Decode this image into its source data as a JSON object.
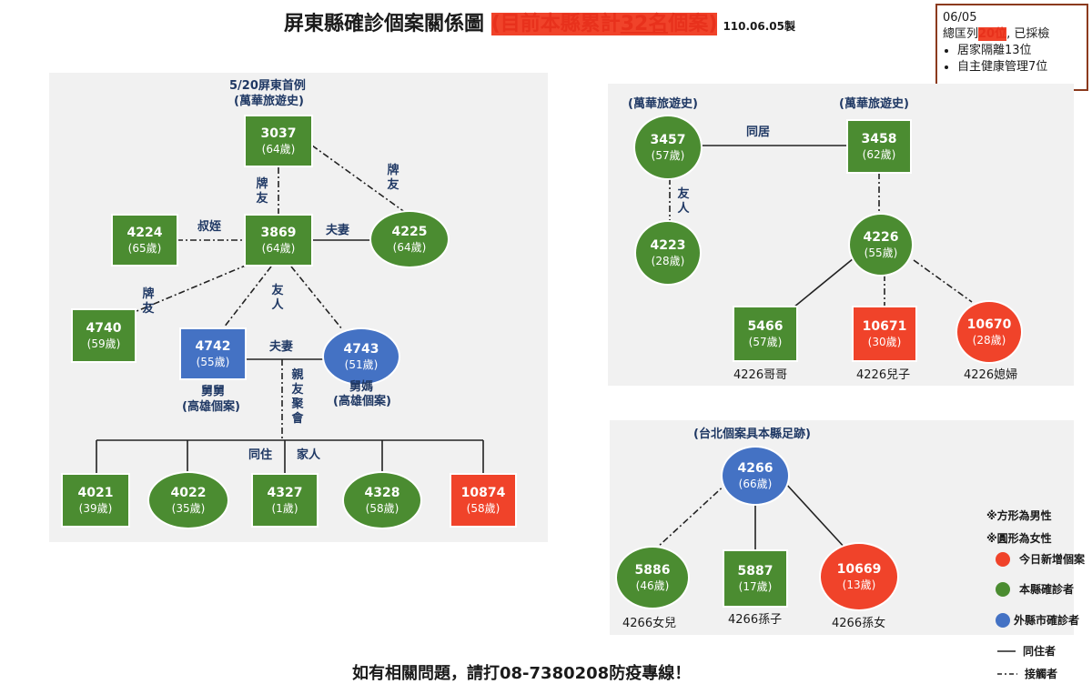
{
  "header": {
    "title_main": "屏東縣確診個案關係圖",
    "title_paren_open": "(目前本縣累計",
    "title_count": "32名",
    "title_paren_close": "個案)",
    "date": "110.06.05製"
  },
  "info_box": {
    "date": "06/05",
    "line_prefix": "總匡列",
    "line_count": "20位",
    "line_suffix": ", 已採檢",
    "bullets": [
      "居家隔離13位",
      "自主健康管理7位"
    ]
  },
  "cluster_left": {
    "top_caption_1": "5/20屏東首例",
    "top_caption_2": "(萬華旅遊史)",
    "nodes": [
      {
        "id": "3037",
        "age": "(64歲)"
      },
      {
        "id": "4224",
        "age": "(65歲)"
      },
      {
        "id": "3869",
        "age": "(64歲)"
      },
      {
        "id": "4225",
        "age": "(64歲)"
      },
      {
        "id": "4740",
        "age": "(59歲)"
      },
      {
        "id": "4742",
        "age": "(55歲)"
      },
      {
        "id": "4743",
        "age": "(51歲)"
      },
      {
        "id": "4021",
        "age": "(39歲)"
      },
      {
        "id": "4022",
        "age": "(35歲)"
      },
      {
        "id": "4327",
        "age": "(1歲)"
      },
      {
        "id": "4328",
        "age": "(58歲)"
      },
      {
        "id": "10874",
        "age": "(58歲)"
      }
    ],
    "edge_labels": {
      "pai_you_1": "牌友",
      "pai_you_2": "牌友",
      "pai_you_3": "牌友",
      "shu_zhi": "叔姪",
      "fu_qi_1": "夫妻",
      "you_ren": "友人",
      "fu_qi_2": "夫妻",
      "qin_you": "親友聚會",
      "tong_zhu": "同住",
      "jia_ren": "家人"
    },
    "captions": {
      "n4742_1": "舅舅",
      "n4742_2": "(高雄個案)",
      "n4743_1": "舅媽",
      "n4743_2": "(高雄個案)"
    }
  },
  "cluster_tr": {
    "caption_left": "(萬華旅遊史)",
    "caption_right": "(萬華旅遊史)",
    "nodes": [
      {
        "id": "3457",
        "age": "(57歲)"
      },
      {
        "id": "3458",
        "age": "(62歲)"
      },
      {
        "id": "4223",
        "age": "(28歲)"
      },
      {
        "id": "4226",
        "age": "(55歲)"
      },
      {
        "id": "5466",
        "age": "(57歲)"
      },
      {
        "id": "10671",
        "age": "(30歲)"
      },
      {
        "id": "10670",
        "age": "(28歲)"
      }
    ],
    "edge_labels": {
      "tong_ju": "同居",
      "you_ren": "友人"
    },
    "captions": {
      "n5466": "4226哥哥",
      "n10671": "4226兒子",
      "n10670": "4226媳婦"
    }
  },
  "cluster_br": {
    "caption_top": "(台北個案具本縣足跡)",
    "nodes": [
      {
        "id": "4266",
        "age": "(66歲)"
      },
      {
        "id": "5886",
        "age": "(46歲)"
      },
      {
        "id": "5887",
        "age": "(17歲)"
      },
      {
        "id": "10669",
        "age": "(13歲)"
      }
    ],
    "captions": {
      "n5886": "4266女兒",
      "n5887": "4266孫子",
      "n10669": "4266孫女"
    }
  },
  "legend": {
    "square_male": "※方形為男性",
    "circle_female": "※圓形為女性",
    "new_today": "今日新增個案",
    "local_case": "本縣確診者",
    "external_case": "外縣市確診者",
    "cohabitant": "同住者",
    "contact": "接觸者",
    "colors": {
      "new": "#f0432a",
      "local": "#4b8c31",
      "external": "#4472c4"
    }
  },
  "footer": {
    "text": "如有相關問題，請打08-7380208防疫專線！"
  }
}
